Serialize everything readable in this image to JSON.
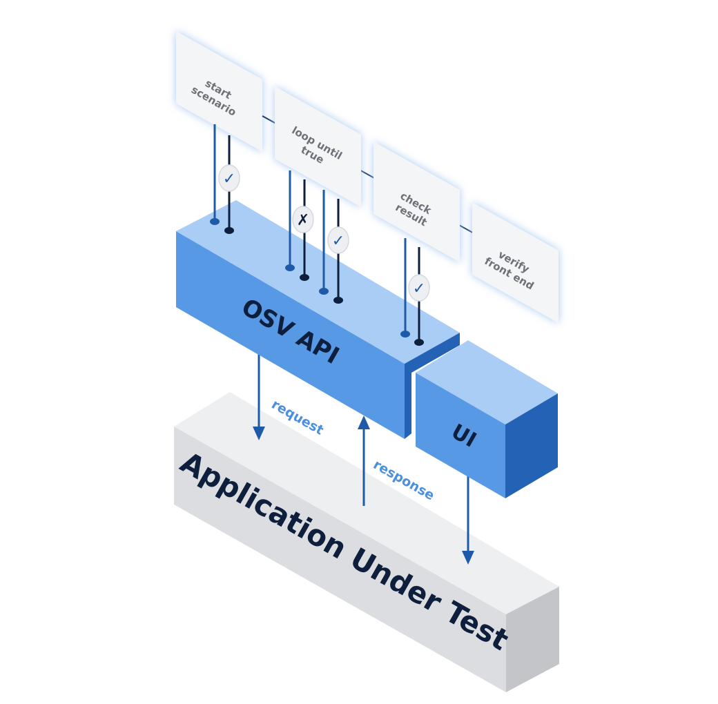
{
  "steps": [
    {
      "line1": "start",
      "line2": "scenario"
    },
    {
      "line1": "loop until",
      "line2": "true"
    },
    {
      "line1": "check",
      "line2": "result"
    },
    {
      "line1": "verify",
      "line2": "front end"
    }
  ],
  "blocks": {
    "api": "OSV API",
    "ui": "UI",
    "aut": "Application Under Test"
  },
  "flows": {
    "request": "request",
    "response": "response"
  },
  "markers": {
    "start_pass": "✓",
    "loop_fail": "✗",
    "loop_pass": "✓",
    "check_pass": "✓"
  },
  "colors": {
    "api_top": "#a9cdf4",
    "api_front": "#5899e6",
    "api_side": "#2362b4",
    "aut_top": "#eeeff1",
    "aut_front": "#dcdde0",
    "aut_side": "#c4c5c9",
    "line_blue": "#1e5aa8",
    "line_dark": "#0d1f3c"
  }
}
